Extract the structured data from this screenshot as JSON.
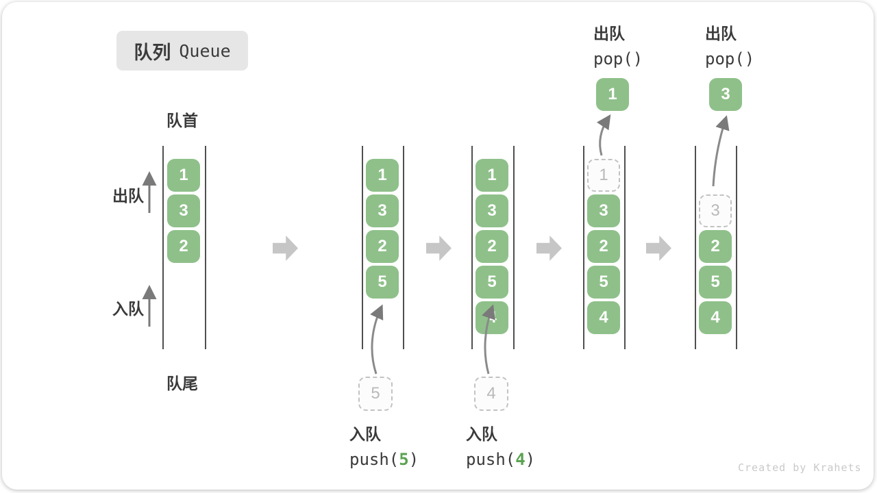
{
  "title": {
    "zh": "队列",
    "en": "Queue"
  },
  "labels": {
    "front": "队首",
    "rear": "队尾",
    "dequeue_side": "出队",
    "enqueue_side": "入队"
  },
  "states": [
    {
      "cells": [
        "1",
        "3",
        "2"
      ]
    },
    {
      "cells": [
        "1",
        "3",
        "2",
        "5"
      ],
      "incoming": "5",
      "op": {
        "label": "入队",
        "fn": "push(",
        "arg": "5",
        "close": ")"
      }
    },
    {
      "cells": [
        "1",
        "3",
        "2",
        "5",
        "4"
      ],
      "incoming": "4",
      "op": {
        "label": "入队",
        "fn": "push(",
        "arg": "4",
        "close": ")"
      }
    },
    {
      "ghost": "1",
      "cells": [
        "3",
        "2",
        "5",
        "4"
      ],
      "popped": "1",
      "op": {
        "label": "出队",
        "code": "pop()"
      }
    },
    {
      "ghost": "3",
      "cells": [
        "2",
        "5",
        "4"
      ],
      "popped": "3",
      "op": {
        "label": "出队",
        "code": "pop()"
      }
    }
  ],
  "icons": {
    "step_arrow": "block-right-arrow",
    "flow_arrow": "thin-up-arrow"
  },
  "colors": {
    "cell_green": "#8fc08a",
    "code_arg_green": "#5ba352",
    "ghost_border": "#c2c2c2",
    "ghost_text": "#b9b9b9",
    "block_arrow_gray": "#c6c6c6",
    "curve_arrow_gray": "#7a7a7a",
    "wall_line": "#4f4f4f",
    "text_dark": "#3a3a3a",
    "badge_bg": "#e6e6e6",
    "watermark_gray": "#c9c9c9"
  },
  "watermark": "Created by Krahets"
}
